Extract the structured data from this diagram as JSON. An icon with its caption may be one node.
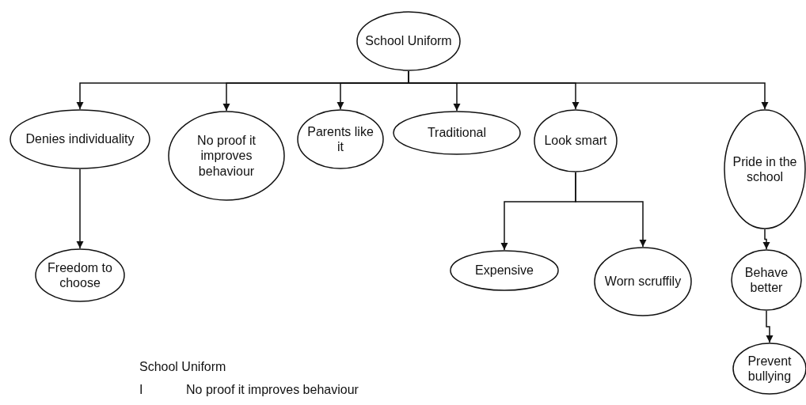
{
  "diagram": {
    "nodes": [
      {
        "text": [
          "School Uniform"
        ]
      },
      {
        "text": [
          "Denies individuality"
        ]
      },
      {
        "text": [
          "No proof it improves behaviour"
        ]
      },
      {
        "text": [
          "Parents like it"
        ]
      },
      {
        "text": [
          "Traditional"
        ]
      },
      {
        "text": [
          "Look smart"
        ]
      },
      {
        "text": [
          "Pride in the school"
        ]
      },
      {
        "text": [
          "Freedom to choose"
        ]
      },
      {
        "text": [
          "Expensive"
        ]
      },
      {
        "text": [
          "Worn scruffily"
        ]
      },
      {
        "text": [
          "Behave better"
        ]
      },
      {
        "text": [
          "Prevent bullying"
        ]
      }
    ],
    "edges": [
      {
        "from": 0,
        "to": 1,
        "arrow": "to"
      },
      {
        "from": 0,
        "to": 2,
        "arrow": "to"
      },
      {
        "from": 0,
        "to": 3,
        "arrow": "to"
      },
      {
        "from": 0,
        "to": 4,
        "arrow": "to"
      },
      {
        "from": 0,
        "to": 5,
        "arrow": "to"
      },
      {
        "from": 0,
        "to": 6,
        "arrow": "to"
      },
      {
        "from": 1,
        "to": 7,
        "arrow": "to"
      },
      {
        "from": 5,
        "to": 8,
        "arrow": "to"
      },
      {
        "from": 5,
        "to": 9,
        "arrow": "to"
      },
      {
        "from": 6,
        "to": 10,
        "arrow": "to"
      },
      {
        "from": 10,
        "to": 11,
        "arrow": "to"
      }
    ],
    "labels": [
      "School Uniform",
      "I",
      "No proof it improves behaviour"
    ]
  }
}
